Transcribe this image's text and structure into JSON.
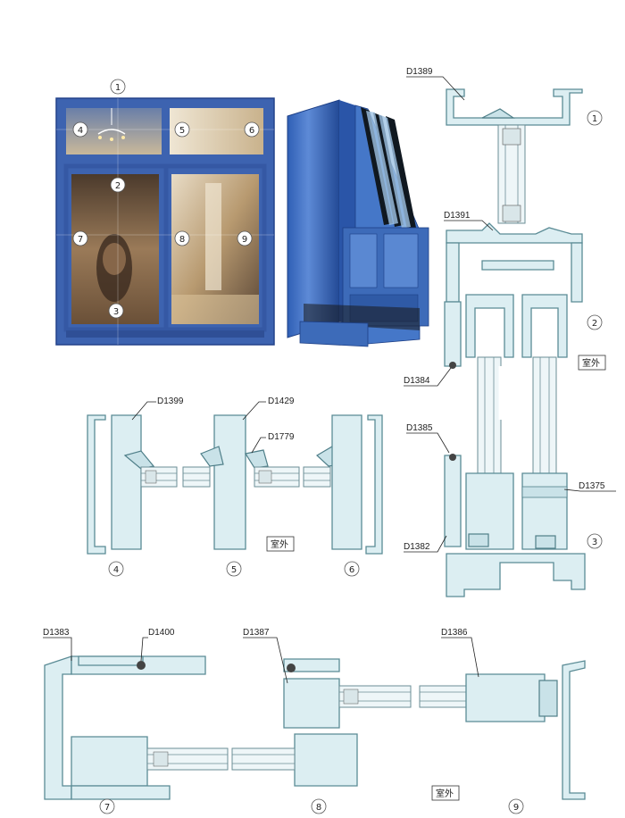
{
  "photo": {
    "callouts": [
      "1",
      "4",
      "5",
      "6",
      "2",
      "7",
      "8",
      "9",
      "3"
    ]
  },
  "profile_codes": {
    "d1389": "D1389",
    "d1391": "D1391",
    "d1384": "D1384",
    "d1385": "D1385",
    "d1375": "D1375",
    "d1382": "D1382",
    "d1399": "D1399",
    "d1429": "D1429",
    "d1779": "D1779",
    "d1383": "D1383",
    "d1400": "D1400",
    "d1387": "D1387",
    "d1386": "D1386"
  },
  "exterior_label": "室外",
  "section_numbers": {
    "s1": "1",
    "s2": "2",
    "s3": "3",
    "s4": "4",
    "s5": "5",
    "s6": "6",
    "s7": "7",
    "s8": "8",
    "s9": "9"
  },
  "colors": {
    "frame_blue": "#3d63b0",
    "profile_fill": "#dceef2",
    "profile_stroke": "#5a8b95"
  }
}
